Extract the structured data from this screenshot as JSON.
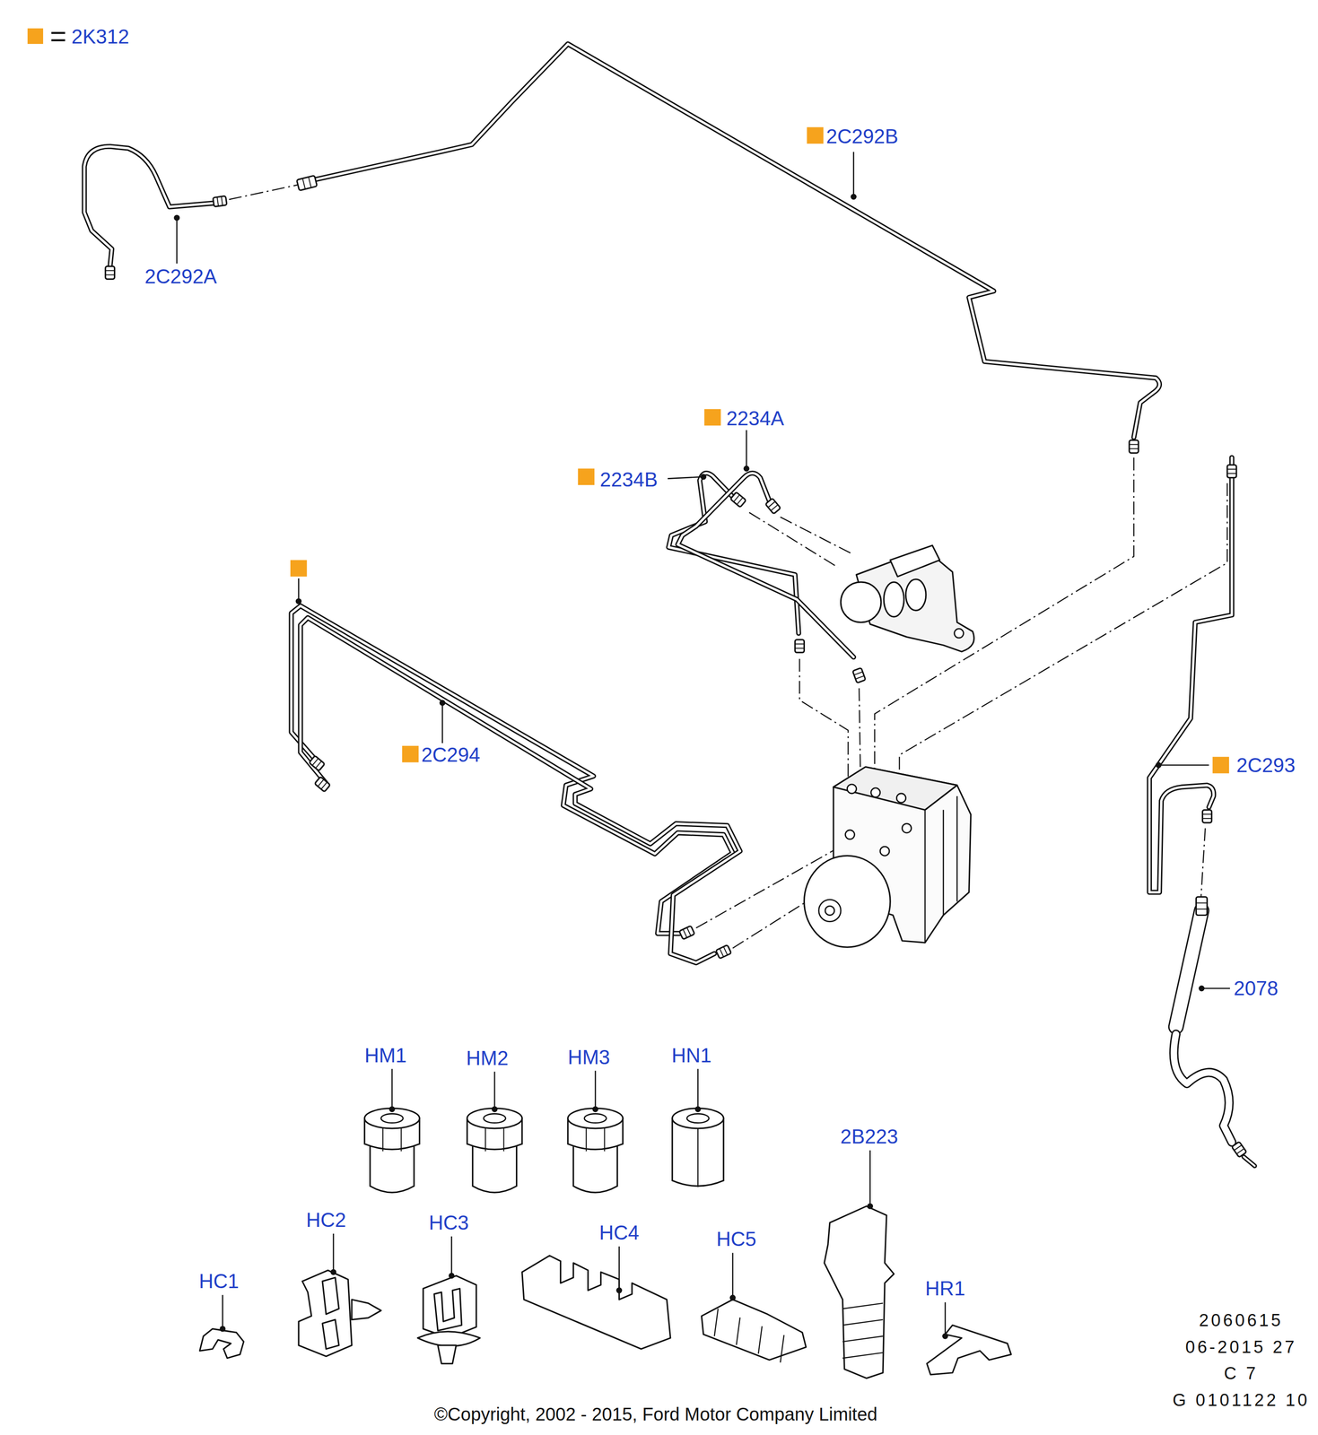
{
  "diagram": {
    "labels": [
      "2C292B",
      "2C292A",
      "2234A",
      "2234B",
      "2C294",
      "2C293",
      "2078",
      "HM1",
      "HM2",
      "HM3",
      "HN1",
      "2B223",
      "HC1",
      "HC2",
      "HC3",
      "HC4",
      "HC5",
      "HR1",
      "2060615",
      "06-2015 27",
      "C 7",
      "G 0101122 10",
      "©Copyright, 2002 - 2015, Ford Motor Company Limited"
    ],
    "legend": [
      {
        "text": "2K312",
        "color": "#f6a31d"
      }
    ]
  }
}
